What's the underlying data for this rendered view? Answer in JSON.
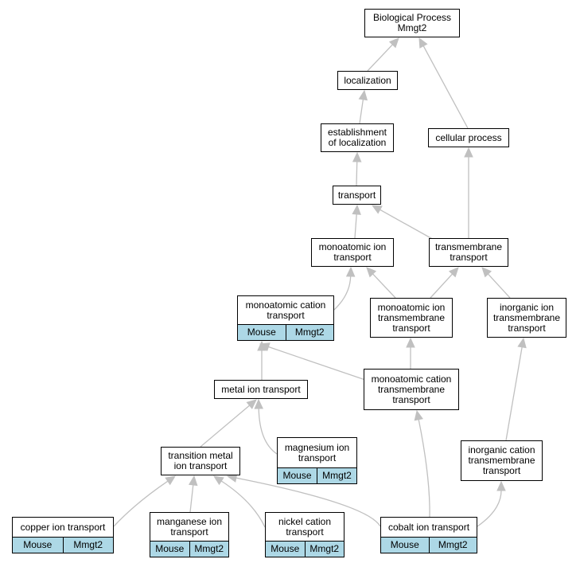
{
  "graph": {
    "colors": {
      "edge": "#c0c0c0",
      "annotation_bg": "#add8e6",
      "node_border": "#000000"
    },
    "nodes": {
      "biological_process": {
        "label": "Biological Process\nMmgt2"
      },
      "localization": {
        "label": "localization"
      },
      "establishment_of_localization": {
        "label": "establishment\nof localization"
      },
      "cellular_process": {
        "label": "cellular process"
      },
      "transport": {
        "label": "transport"
      },
      "monoatomic_ion_transport": {
        "label": "monoatomic ion\ntransport"
      },
      "transmembrane_transport": {
        "label": "transmembrane\ntransport"
      },
      "monoatomic_cation_transport": {
        "label": "monoatomic cation\ntransport",
        "organism": "Mouse",
        "gene": "Mmgt2"
      },
      "monoatomic_ion_transmembrane_transport": {
        "label": "monoatomic ion\ntransmembrane\ntransport"
      },
      "inorganic_ion_transmembrane_transport": {
        "label": "inorganic ion\ntransmembrane\ntransport"
      },
      "metal_ion_transport": {
        "label": "metal ion transport"
      },
      "monoatomic_cation_transmembrane_transport": {
        "label": "monoatomic cation\ntransmembrane\ntransport"
      },
      "magnesium_ion_transport": {
        "label": "magnesium ion\ntransport",
        "organism": "Mouse",
        "gene": "Mmgt2"
      },
      "transition_metal_ion_transport": {
        "label": "transition metal\nion transport"
      },
      "inorganic_cation_transmembrane_transport": {
        "label": "inorganic cation\ntransmembrane\ntransport"
      },
      "copper_ion_transport": {
        "label": "copper ion transport",
        "organism": "Mouse",
        "gene": "Mmgt2"
      },
      "manganese_ion_transport": {
        "label": "manganese ion\ntransport",
        "organism": "Mouse",
        "gene": "Mmgt2"
      },
      "nickel_cation_transport": {
        "label": "nickel cation\ntransport",
        "organism": "Mouse",
        "gene": "Mmgt2"
      },
      "cobalt_ion_transport": {
        "label": "cobalt ion transport",
        "organism": "Mouse",
        "gene": "Mmgt2"
      }
    },
    "edges": [
      {
        "from": "localization",
        "to": "biological_process"
      },
      {
        "from": "cellular_process",
        "to": "biological_process"
      },
      {
        "from": "establishment_of_localization",
        "to": "localization"
      },
      {
        "from": "transport",
        "to": "establishment_of_localization"
      },
      {
        "from": "monoatomic_ion_transport",
        "to": "transport"
      },
      {
        "from": "transmembrane_transport",
        "to": "transport"
      },
      {
        "from": "transmembrane_transport",
        "to": "cellular_process"
      },
      {
        "from": "monoatomic_cation_transport",
        "to": "monoatomic_ion_transport"
      },
      {
        "from": "monoatomic_ion_transmembrane_transport",
        "to": "monoatomic_ion_transport"
      },
      {
        "from": "monoatomic_ion_transmembrane_transport",
        "to": "transmembrane_transport"
      },
      {
        "from": "inorganic_ion_transmembrane_transport",
        "to": "transmembrane_transport"
      },
      {
        "from": "metal_ion_transport",
        "to": "monoatomic_cation_transport"
      },
      {
        "from": "monoatomic_cation_transmembrane_transport",
        "to": "monoatomic_cation_transport"
      },
      {
        "from": "monoatomic_cation_transmembrane_transport",
        "to": "monoatomic_ion_transmembrane_transport"
      },
      {
        "from": "transition_metal_ion_transport",
        "to": "metal_ion_transport"
      },
      {
        "from": "magnesium_ion_transport",
        "to": "metal_ion_transport"
      },
      {
        "from": "inorganic_cation_transmembrane_transport",
        "to": "inorganic_ion_transmembrane_transport"
      },
      {
        "from": "copper_ion_transport",
        "to": "transition_metal_ion_transport"
      },
      {
        "from": "manganese_ion_transport",
        "to": "transition_metal_ion_transport"
      },
      {
        "from": "nickel_cation_transport",
        "to": "transition_metal_ion_transport"
      },
      {
        "from": "cobalt_ion_transport",
        "to": "transition_metal_ion_transport"
      },
      {
        "from": "cobalt_ion_transport",
        "to": "monoatomic_cation_transmembrane_transport"
      },
      {
        "from": "cobalt_ion_transport",
        "to": "inorganic_cation_transmembrane_transport"
      }
    ]
  }
}
